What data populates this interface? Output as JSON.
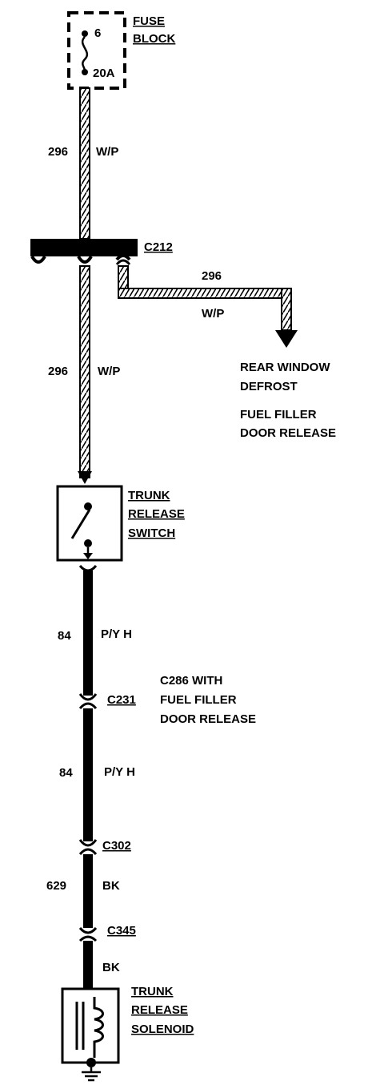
{
  "fuse_block": {
    "circuit": "6",
    "rating": "20A",
    "label_line1": "FUSE",
    "label_line2": "BLOCK"
  },
  "wires": {
    "w1": {
      "circuit": "296",
      "color": "W/P"
    },
    "w2": {
      "circuit": "296",
      "color": "W/P"
    },
    "branch": {
      "circuit": "296",
      "color": "W/P"
    },
    "w3": {
      "circuit": "84",
      "color": "P/Y H"
    },
    "w4": {
      "circuit": "84",
      "color": "P/Y H"
    },
    "w5": {
      "circuit": "629",
      "color": "BK"
    },
    "w6": {
      "color": "BK"
    }
  },
  "connectors": {
    "c212": "C212",
    "c231": "C231",
    "c231_note_line1": "C286 WITH",
    "c231_note_line2": "FUEL FILLER",
    "c231_note_line3": "DOOR RELEASE",
    "c302": "C302",
    "c345": "C345"
  },
  "destinations": {
    "line1": "REAR WINDOW",
    "line2": "DEFROST",
    "line3": "FUEL FILLER",
    "line4": "DOOR RELEASE"
  },
  "trunk_switch": {
    "line1": "TRUNK",
    "line2": "RELEASE",
    "line3": "SWITCH"
  },
  "solenoid": {
    "line1": "TRUNK",
    "line2": "RELEASE",
    "line3": "SOLENOID"
  },
  "colors": {
    "ink": "#000000",
    "paper": "#ffffff"
  }
}
